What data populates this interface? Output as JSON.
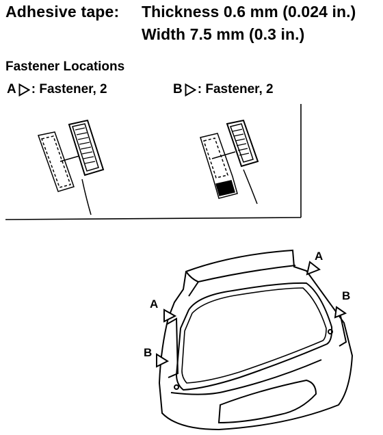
{
  "spec": {
    "label": "Adhesive tape:",
    "thickness": "Thickness 0.6 mm (0.024 in.)",
    "width": "Width 7.5 mm (0.3 in.)"
  },
  "section_title": "Fastener Locations",
  "fasteners": {
    "a_letter": "A",
    "a_text": ": Fastener, 2",
    "b_letter": "B",
    "b_text": ": Fastener, 2"
  },
  "callouts": {
    "a_top": "A",
    "b_right": "B",
    "a_left": "A",
    "b_left": "B"
  }
}
